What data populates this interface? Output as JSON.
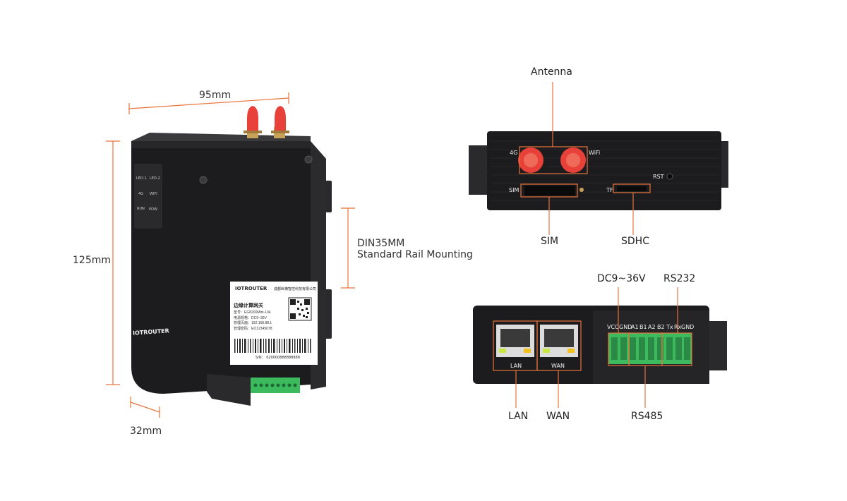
{
  "dimensions": {
    "width_label": "95mm",
    "height_label": "125mm",
    "depth_label": "32mm",
    "rail_line1": "DIN35MM",
    "rail_line2": "Standard Rail Mounting"
  },
  "front_device": {
    "brand": "IOTROUTER",
    "leds": [
      "LED-1",
      "LED-2",
      "4G",
      "WIFI",
      "RUN",
      "POW"
    ],
    "label": {
      "brand": "IOTROUTER",
      "company": "成都纵横智控科技有限公司",
      "product_name": "边缘计算网关",
      "fields": [
        {
          "k": "型号：",
          "v": "EG8200Mini-104"
        },
        {
          "k": "电源规格：",
          "v": "DC9~36V"
        },
        {
          "k": "管理页面：",
          "v": "192.168.88.1"
        },
        {
          "k": "管理密码：",
          "v": "EO12345678"
        }
      ],
      "serial": "S/N：  020000888888888"
    }
  },
  "top_view": {
    "title": "Antenna",
    "port_4g": "4G",
    "port_wifi": "WiFi",
    "rst": "RST",
    "sim_small": "SIM",
    "tf_small": "TF",
    "sim_callout": "SIM",
    "sdhc_callout": "SDHC"
  },
  "bottom_view": {
    "power_callout": "DC9~36V",
    "rs232_callout": "RS232",
    "rs485_callout": "RS485",
    "lan_small": "LAN",
    "wan_small": "WAN",
    "lan_callout": "LAN",
    "wan_callout": "WAN",
    "terminals": [
      "VCC",
      "GND",
      "A1",
      "B1",
      "A2",
      "B2",
      "Tx",
      "Rx",
      "GND"
    ]
  },
  "colors": {
    "accent": "#E8743B",
    "device": "#1c1c1e",
    "antenna": "#e8413a",
    "terminal": "#3dba5e"
  }
}
